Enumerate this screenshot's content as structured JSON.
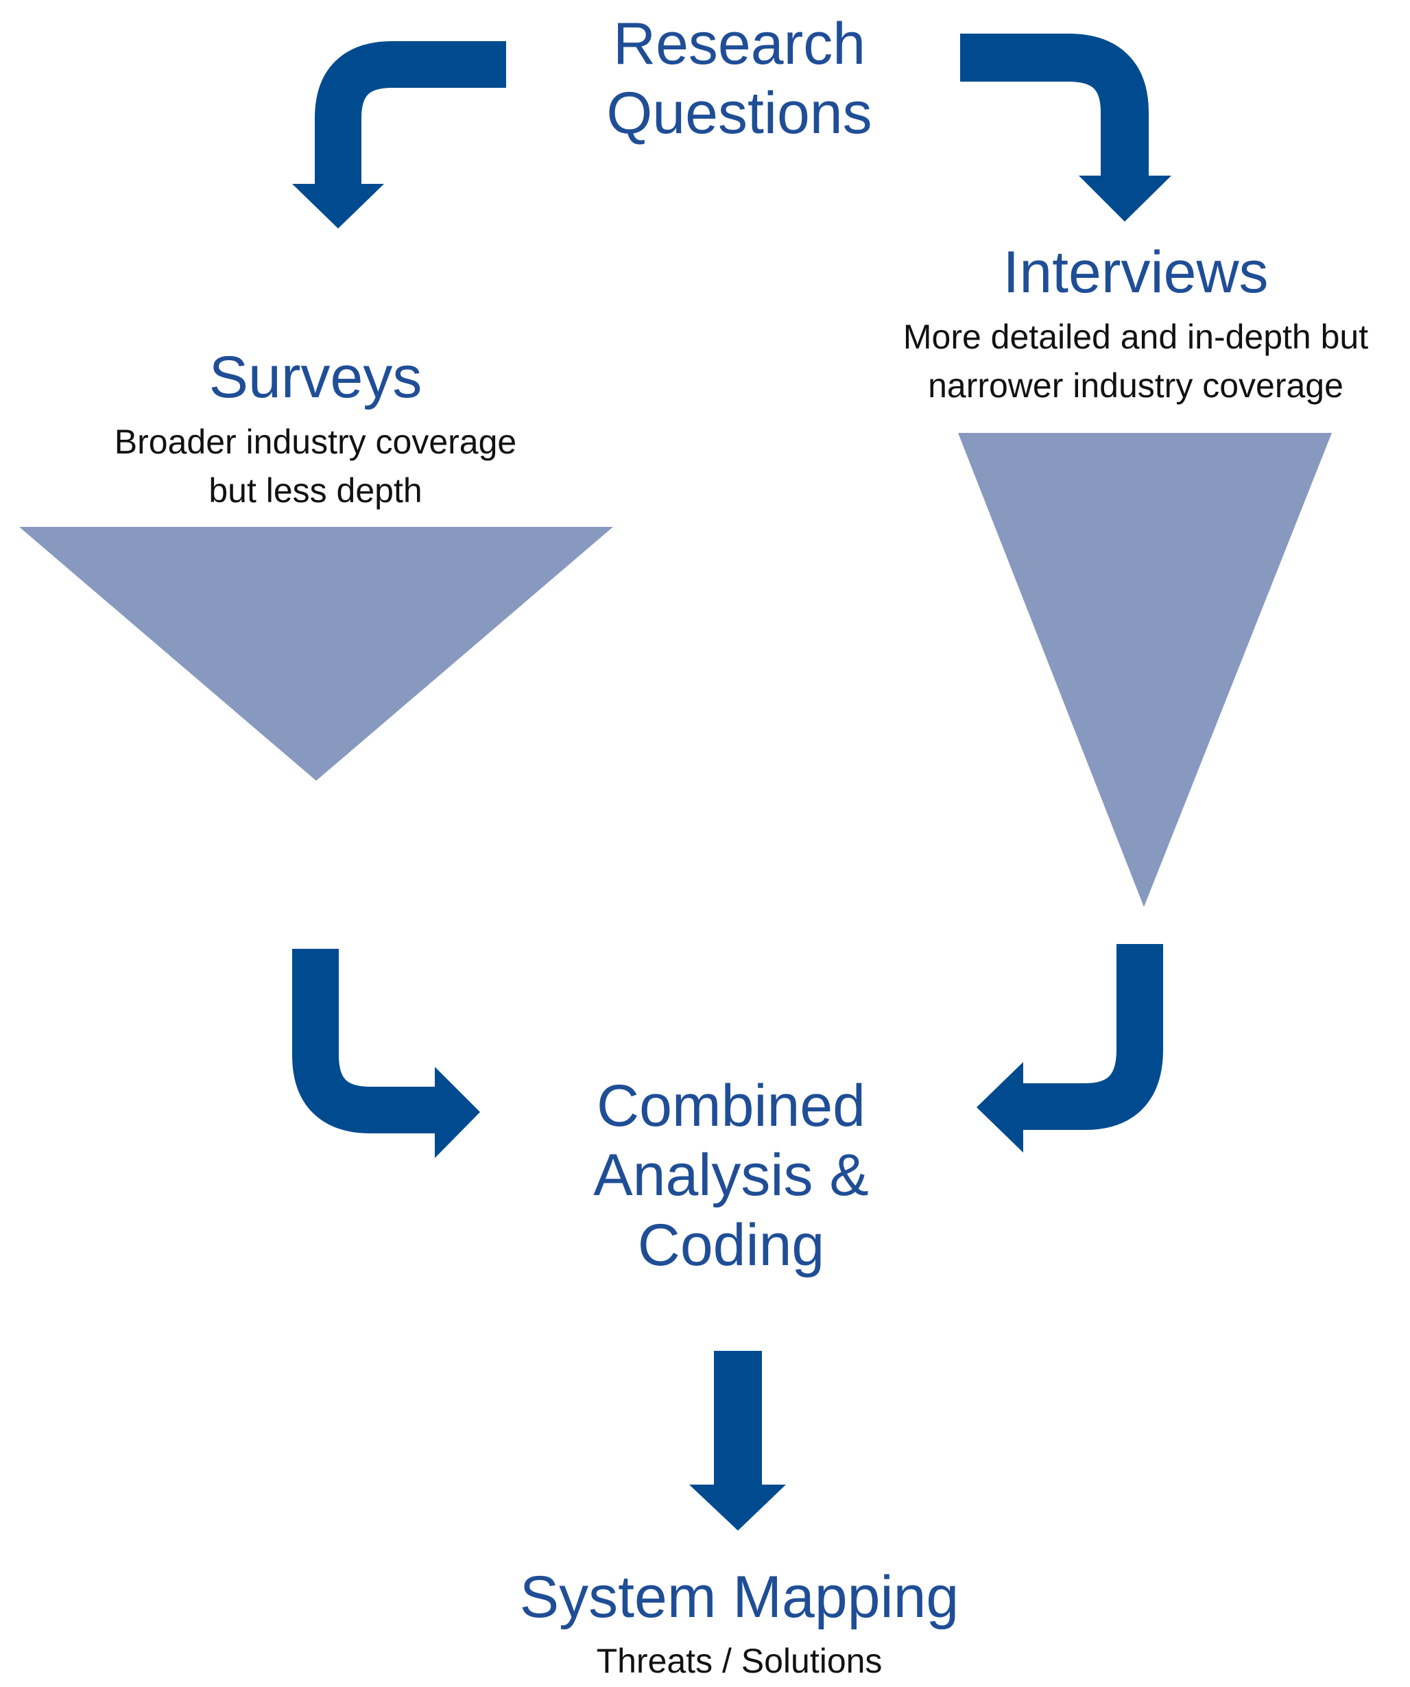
{
  "colors": {
    "arrow": "#004b8f",
    "funnel": "#8899c0",
    "title_text": "#1f4e96",
    "body_text": "#111111"
  },
  "nodes": {
    "research": {
      "line1": "Research",
      "line2": "Questions"
    },
    "surveys": {
      "title": "Surveys",
      "desc_line1": "Broader industry coverage",
      "desc_line2": "but less depth"
    },
    "interviews": {
      "title": "Interviews",
      "desc_line1": "More detailed and in-depth but",
      "desc_line2": "narrower industry coverage"
    },
    "combined": {
      "line1": "Combined",
      "line2": "Analysis &",
      "line3": "Coding"
    },
    "system": {
      "title": "System Mapping",
      "subtitle": "Threats / Solutions"
    }
  },
  "edges": [
    {
      "from": "Research Questions",
      "to": "Surveys"
    },
    {
      "from": "Research Questions",
      "to": "Interviews"
    },
    {
      "from": "Surveys",
      "to": "Combined Analysis & Coding"
    },
    {
      "from": "Interviews",
      "to": "Combined Analysis & Coding"
    },
    {
      "from": "Combined Analysis & Coding",
      "to": "System Mapping"
    }
  ]
}
